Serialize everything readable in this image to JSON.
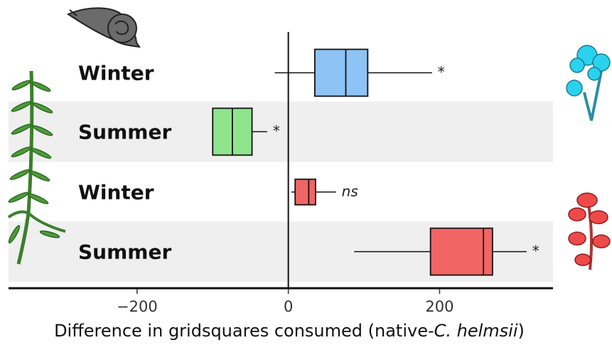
{
  "chart_data": {
    "type": "boxplot",
    "orientation": "horizontal",
    "categories": [
      "Winter",
      "Summer",
      "Winter",
      "Summer"
    ],
    "xlabel_parts": [
      {
        "text": "Difference in gridsquares consumed (native-",
        "italic": false
      },
      {
        "text": "C. ",
        "italic": true
      },
      {
        "text": "helmsii",
        "italic": true
      },
      {
        "text": ")",
        "italic": false
      }
    ],
    "xlim": [
      -370,
      350
    ],
    "xticks": [
      -200,
      0,
      200
    ],
    "xtick_labels": [
      "−200",
      "0",
      "200"
    ],
    "boxes": [
      {
        "label": "Winter",
        "whisker_low": -18,
        "q1": 35,
        "median": 76,
        "q3": 105,
        "whisker_high": 190,
        "annotation": "*",
        "annotation_italic": false,
        "color": "#8ec3f5",
        "band": false
      },
      {
        "label": "Summer",
        "whisker_low": -100,
        "q1": -100,
        "median": -74,
        "q3": -48,
        "whisker_high": -28,
        "annotation": "*",
        "annotation_italic": false,
        "color": "#90e58c",
        "band": true
      },
      {
        "label": "Winter",
        "whisker_low": 4,
        "q1": 9,
        "median": 27,
        "q3": 36,
        "whisker_high": 63,
        "annotation": "ns",
        "annotation_italic": true,
        "color": "#f26565",
        "band": false
      },
      {
        "label": "Summer",
        "whisker_low": 87,
        "q1": 188,
        "median": 258,
        "q3": 270,
        "whisker_high": 315,
        "annotation": "*",
        "annotation_italic": false,
        "color": "#f26565",
        "band": true
      }
    ],
    "grid": false,
    "legend": "none",
    "band_color": "#efefef"
  },
  "icons": [
    {
      "name": "snail-icon",
      "color": "#6b6b6b"
    },
    {
      "name": "native-plant-icon",
      "color": "#4e9b3b"
    },
    {
      "name": "blue-flower-plant-icon",
      "color": "#2ad2ee"
    },
    {
      "name": "red-flower-plant-icon",
      "color": "#ee4a4a"
    }
  ]
}
